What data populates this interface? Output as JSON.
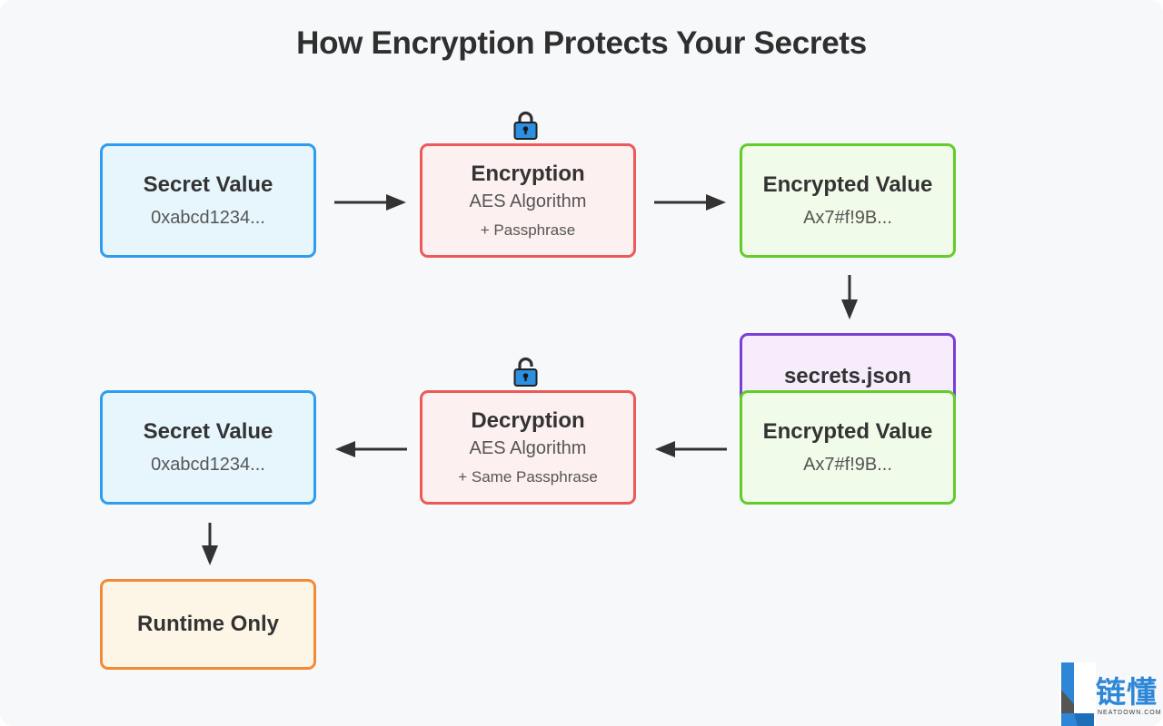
{
  "title": "How Encryption Protects Your Secrets",
  "nodes": {
    "secret_value_top": {
      "title": "Secret Value",
      "value": "0xabcd1234..."
    },
    "encryption": {
      "title": "Encryption",
      "algorithm": "AES Algorithm",
      "key": "+ Passphrase"
    },
    "encrypted_value_top": {
      "title": "Encrypted Value",
      "value": "Ax7#f!9B..."
    },
    "secrets_file": {
      "title": "secrets.json"
    },
    "encrypted_value_bottom": {
      "title": "Encrypted Value",
      "value": "Ax7#f!9B..."
    },
    "decryption": {
      "title": "Decryption",
      "algorithm": "AES Algorithm",
      "key": "+ Same Passphrase"
    },
    "secret_value_bottom": {
      "title": "Secret Value",
      "value": "0xabcd1234..."
    },
    "runtime_only": {
      "title": "Runtime Only"
    }
  },
  "icons": {
    "encryption": "locked-padlock-icon",
    "decryption": "unlocked-padlock-icon"
  },
  "colors": {
    "blue_border": "#2e9df0",
    "blue_fill": "#e7f6fd",
    "red_border": "#ec5a57",
    "red_fill": "#fdf0f0",
    "green_border": "#63cc2a",
    "green_fill": "#f1fbe9",
    "purple_border": "#7a3fd4",
    "purple_fill": "#f6ecfc",
    "orange_border": "#f28a35",
    "orange_fill": "#fdf6e7",
    "arrow": "#333333"
  },
  "watermark": {
    "name": "链懂",
    "site": "NEATDOWN.COM"
  }
}
